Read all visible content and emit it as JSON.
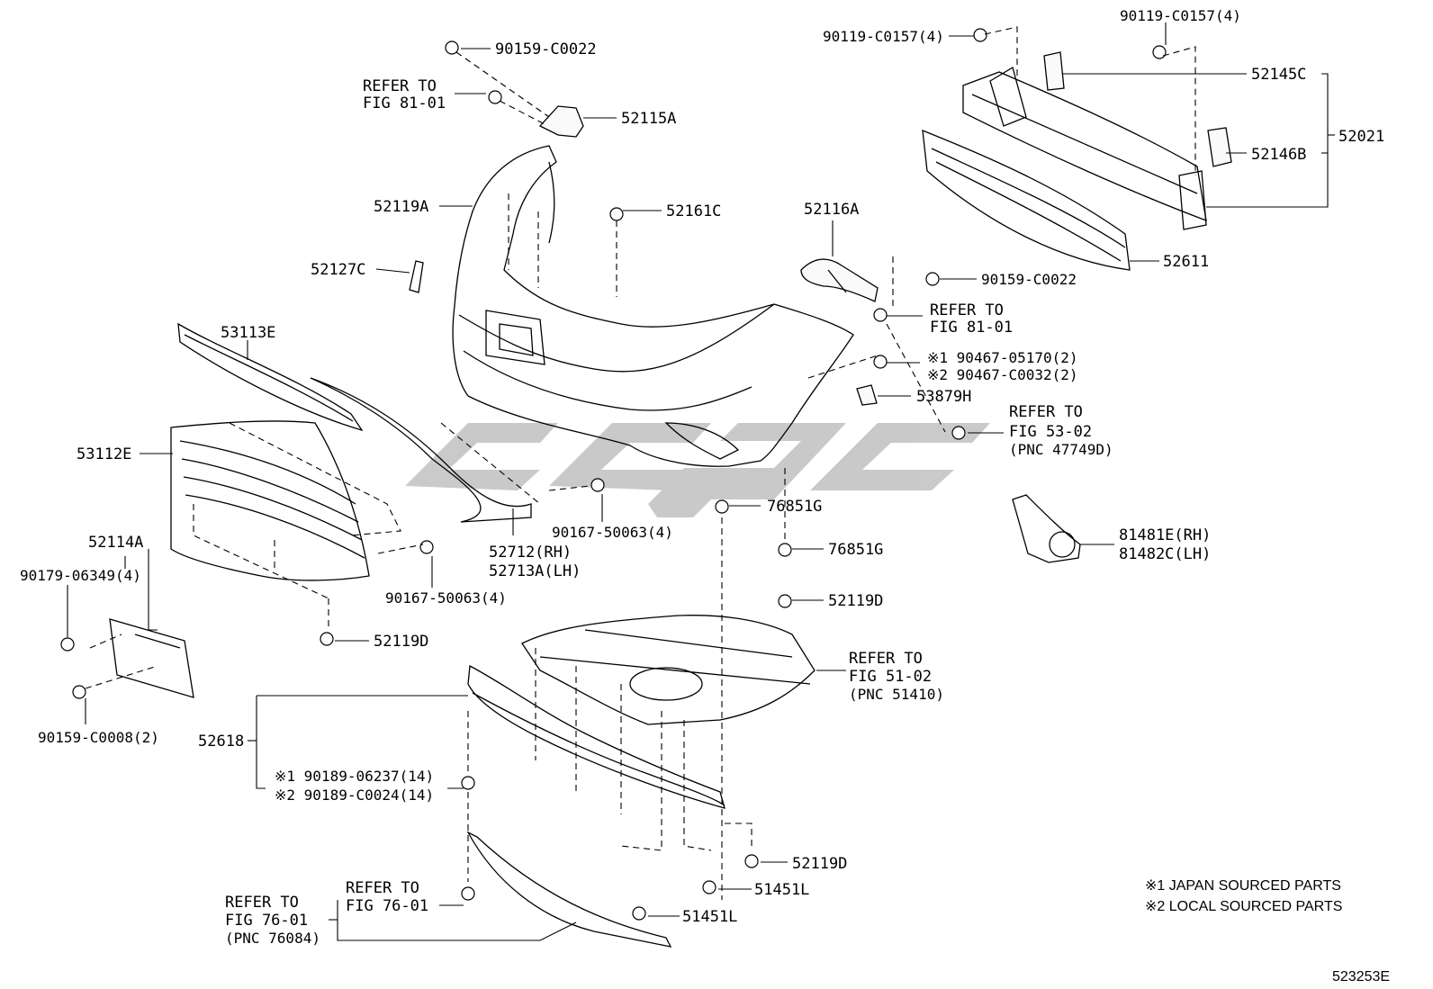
{
  "diagram_id": "523253E",
  "watermark_color": "#c4c4c4",
  "labels": {
    "p90159_c0022_top": "90159-C0022",
    "refer_81_01_top_a": "REFER TO",
    "refer_81_01_top_b": "FIG 81-01",
    "p52115a": "52115A",
    "p52119a": "52119A",
    "p52161c": "52161C",
    "p52127c": "52127C",
    "p53113e": "53113E",
    "p53112e": "53112E",
    "p52114a": "52114A",
    "p90179_06349": "90179-06349(4)",
    "p90159_c0008": "90159-C0008(2)",
    "p90167_50063_a": "90167-50063(4)",
    "p90167_50063_b": "90167-50063(4)",
    "p52712": "52712(RH)",
    "p52713a": "52713A(LH)",
    "p52119d_left": "52119D",
    "p52119d_mid": "52119D",
    "p52119d_bot": "52119D",
    "p76851g_a": "76851G",
    "p76851g_b": "76851G",
    "p52116a": "52116A",
    "p90159_c0022_right": "90159-C0022",
    "refer_81_01_right_a": "REFER TO",
    "refer_81_01_right_b": "FIG 81-01",
    "p90467_05170": "※1 90467-05170(2)",
    "p90467_c0032": "※2 90467-C0032(2)",
    "p53879h": "53879H",
    "refer_53_02_a": "REFER TO",
    "refer_53_02_b": "FIG 53-02",
    "refer_53_02_c": "(PNC 47749D)",
    "p81481e": "81481E(RH)",
    "p81482c": "81482C(LH)",
    "p90119_c0157_left": "90119-C0157(4)",
    "p90119_c0157_right": "90119-C0157(4)",
    "p52145c": "52145C",
    "p52146b": "52146B",
    "p52021": "52021",
    "p52611": "52611",
    "refer_51_02_a": "REFER TO",
    "refer_51_02_b": "FIG 51-02",
    "refer_51_02_c": "(PNC 51410)",
    "p52618": "52618",
    "p90189_06237": "※1 90189-06237(14)",
    "p90189_c0024": "※2 90189-C0024(14)",
    "refer_76_01_inner_a": "REFER TO",
    "refer_76_01_inner_b": "FIG 76-01",
    "refer_76_01_outer_a": "REFER TO",
    "refer_76_01_outer_b": "FIG 76-01",
    "refer_76_01_outer_c": "(PNC 76084)",
    "p51451l_a": "51451L",
    "p51451l_b": "51451L"
  },
  "notes": {
    "japan": "※1 JAPAN SOURCED PARTS",
    "local": "※2 LOCAL SOURCED PARTS"
  }
}
